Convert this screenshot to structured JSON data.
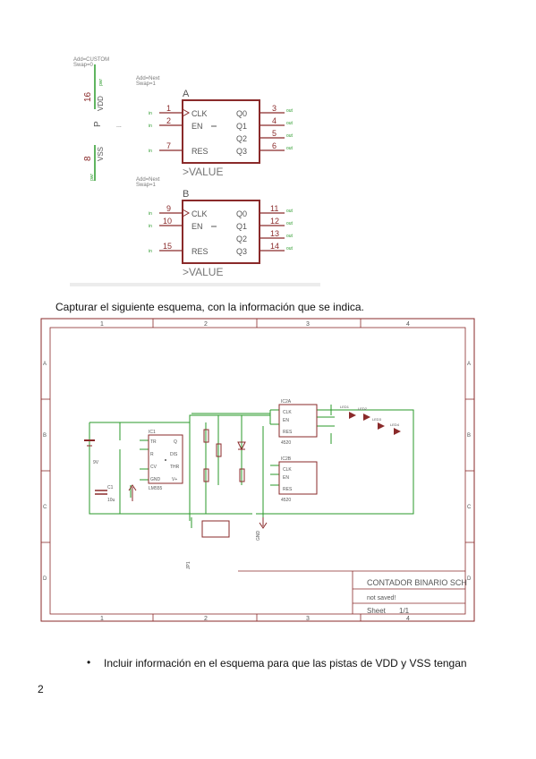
{
  "figure1": {
    "top_attrs": [
      "Add=CUSTOM",
      "Swap=0"
    ],
    "power": {
      "p_label": "P",
      "vdd_pin": "16",
      "vdd_name": "VDD",
      "vdd_tag": "pwr",
      "vss_pin": "8",
      "vss_name": "VSS",
      "vss_tag": "pwr"
    },
    "gates": [
      {
        "letter": "A",
        "attrs": [
          "Add=Next",
          "Swap=1"
        ],
        "inputs": [
          {
            "pin": "1",
            "name": "CLK",
            "tag": "in"
          },
          {
            "pin": "2",
            "name": "EN",
            "tag": "in"
          },
          {
            "pin": "7",
            "name": "RES",
            "tag": "in"
          }
        ],
        "outputs": [
          {
            "pin": "3",
            "name": "Q0",
            "tag": "out"
          },
          {
            "pin": "4",
            "name": "Q1",
            "tag": "out"
          },
          {
            "pin": "5",
            "name": "Q2",
            "tag": "out"
          },
          {
            "pin": "6",
            "name": "Q3",
            "tag": "out"
          }
        ],
        "value": ">VALUE"
      },
      {
        "letter": "B",
        "attrs": [
          "Add=Next",
          "Swap=1"
        ],
        "inputs": [
          {
            "pin": "9",
            "name": "CLK",
            "tag": "in"
          },
          {
            "pin": "10",
            "name": "EN",
            "tag": "in"
          },
          {
            "pin": "15",
            "name": "RES",
            "tag": "in"
          }
        ],
        "outputs": [
          {
            "pin": "11",
            "name": "Q0",
            "tag": "out"
          },
          {
            "pin": "12",
            "name": "Q1",
            "tag": "out"
          },
          {
            "pin": "13",
            "name": "Q2",
            "tag": "out"
          },
          {
            "pin": "14",
            "name": "Q3",
            "tag": "out"
          }
        ],
        "value": ">VALUE"
      }
    ]
  },
  "caption": "Capturar el siguiente esquema, con la información que se indica.",
  "figure2": {
    "col_labels": [
      "1",
      "2",
      "3",
      "4"
    ],
    "row_labels": [
      "A",
      "B",
      "C",
      "D"
    ],
    "title_block": {
      "title": "CONTADOR BINARIO SCH",
      "subtitle": "not saved!",
      "sheet_label": "Sheet",
      "sheet_value": "1/1"
    },
    "parts": {
      "timer_name": "IC1",
      "timer_value": "LM555",
      "timer_pins": [
        "TR",
        "Q",
        "R",
        "DIS",
        "CV",
        "THR",
        "GND",
        "V+"
      ],
      "counter_a_name": "IC2A",
      "counter_b_name": "IC2B",
      "counter_value": "4520",
      "counter_pins": [
        "CLK",
        "EN",
        "RES"
      ],
      "battery": "9V",
      "capacitor": "C1",
      "cap_value": "10u",
      "gnd": "GND",
      "leds": [
        "LED1",
        "LED2",
        "LED3",
        "LED4"
      ],
      "connector": "JP1"
    }
  },
  "bullet": {
    "dot": "•",
    "text": "Incluir información en el esquema para que las pistas de VDD y VSS tengan"
  },
  "page_number": "2"
}
